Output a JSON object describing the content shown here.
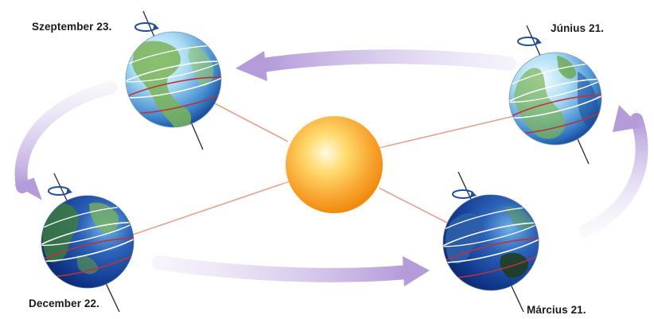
{
  "labels": {
    "september": "Szeptember 23.",
    "june": "Június 21.",
    "december": "December 22.",
    "march": "Március 21."
  },
  "colors": {
    "arrow": "#b9a2dc",
    "orbit_line": "#e8a08c",
    "sun_core": "#fff4c0",
    "sun_edge": "#f08a10",
    "ocean_dark": "#0c2f80",
    "ocean_light": "#6eb0e6",
    "land": "#7ab457",
    "tropic_line": "#c0303a",
    "latitude_line": "#ffffff"
  },
  "icons": [
    "rotation-arrow-icon"
  ]
}
